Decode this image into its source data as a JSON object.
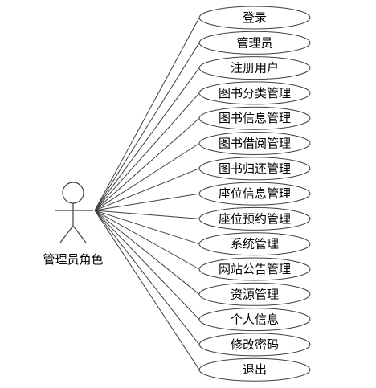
{
  "actor": {
    "label": "管理员角色",
    "icon": "stick-figure-actor-icon"
  },
  "use_cases": [
    {
      "label": "登录"
    },
    {
      "label": "管理员"
    },
    {
      "label": "注册用户"
    },
    {
      "label": "图书分类管理"
    },
    {
      "label": "图书信息管理"
    },
    {
      "label": "图书借阅管理"
    },
    {
      "label": "图书归还管理"
    },
    {
      "label": "座位信息管理"
    },
    {
      "label": "座位预约管理"
    },
    {
      "label": "系统管理"
    },
    {
      "label": "网站公告管理"
    },
    {
      "label": "资源管理"
    },
    {
      "label": "个人信息"
    },
    {
      "label": "修改密码"
    },
    {
      "label": "退出"
    }
  ],
  "colors": {
    "stroke": "#404040",
    "ellipse_fill": "#ffffff",
    "text": "#000000"
  }
}
